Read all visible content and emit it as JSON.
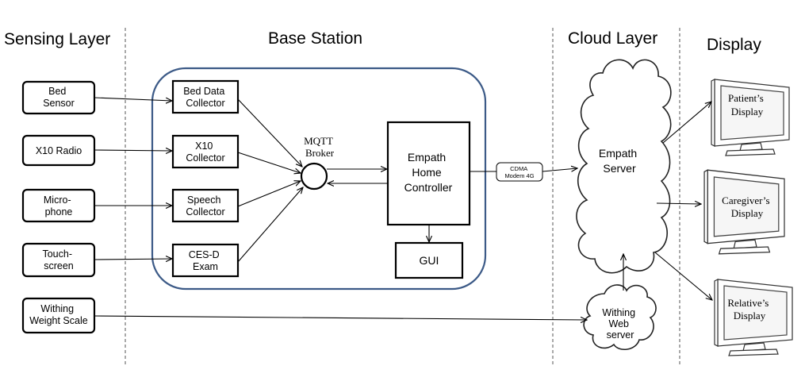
{
  "layers": {
    "sensing": "Sensing Layer",
    "base": "Base Station",
    "cloud": "Cloud Layer",
    "display": "Display"
  },
  "sensors": {
    "bed": [
      "Bed",
      "Sensor"
    ],
    "x10": [
      "X10 Radio"
    ],
    "mic": [
      "Micro-",
      "phone"
    ],
    "touch": [
      "Touch-",
      "screen"
    ],
    "withing": [
      "Withing",
      "Weight Scale"
    ]
  },
  "collectors": {
    "bed": [
      "Bed Data",
      "Collector"
    ],
    "x10": [
      "X10",
      "Collector"
    ],
    "speech": [
      "Speech",
      "Collector"
    ],
    "cesd": [
      "CES-D",
      "Exam"
    ]
  },
  "broker": [
    "MQTT",
    "Broker"
  ],
  "controller": [
    "Empath",
    "Home",
    "Controller"
  ],
  "gui": "GUI",
  "modem": [
    "CDMA",
    "Modem 4G"
  ],
  "server": [
    "Empath",
    "Server"
  ],
  "web_server": [
    "Withing",
    "Web",
    "server"
  ],
  "displays": {
    "patient": [
      "Patient’s",
      "Display"
    ],
    "caregiver": [
      "Caregiver’s",
      "Display"
    ],
    "relative": [
      "Relative’s",
      "Display"
    ]
  }
}
